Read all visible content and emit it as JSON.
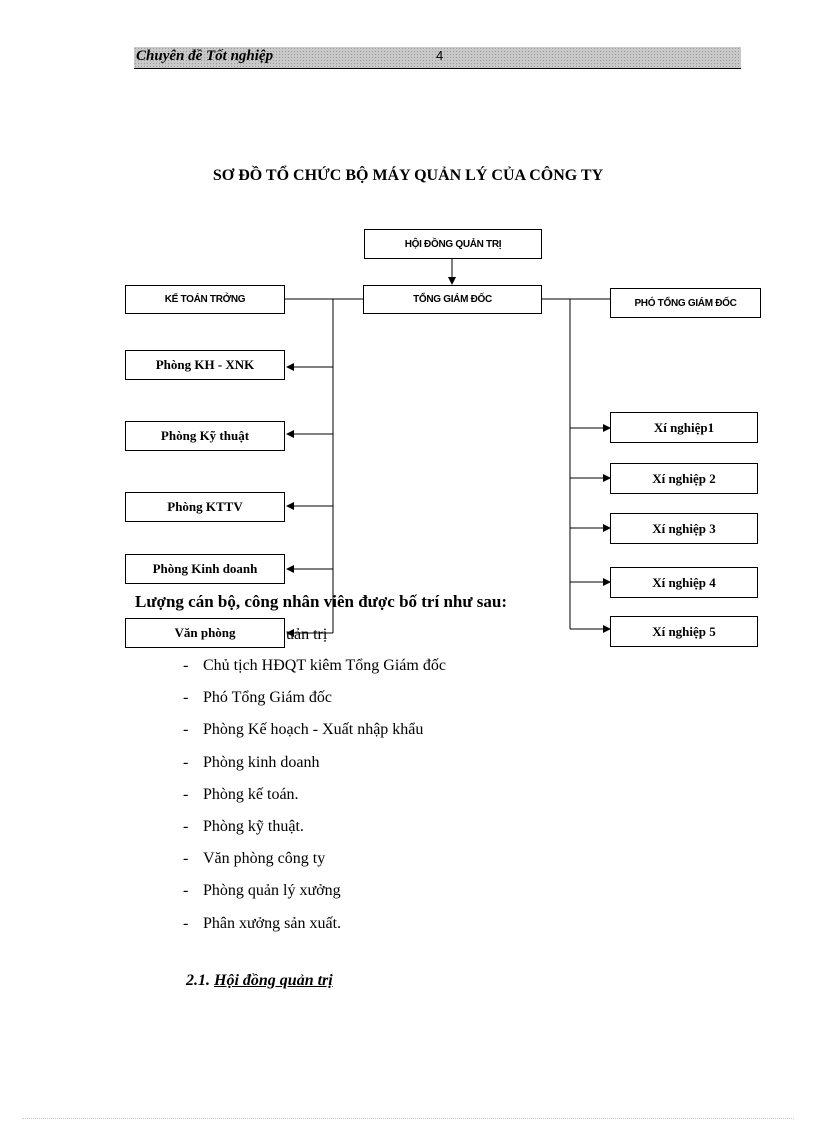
{
  "header": {
    "title": "Chuyên đề Tốt nghiệp",
    "page_number": "4"
  },
  "diagram": {
    "title": "SƠ ĐỒ TỔ CHỨC BỘ MÁY QUẢN LÝ CỦA CÔNG TY",
    "nodes": {
      "board": "HỘI ĐỒNG QUẢN TRỊ",
      "ceo": "TỔNG GIÁM ĐỐC",
      "chief_accountant": "KẾ TOÁN TRỞNG",
      "deputy_ceo": "PHÓ TỔNG GIÁM ĐỐC",
      "left_departments": [
        "Phòng KH - XNK",
        "Phòng Kỹ thuật",
        "Phòng KTTV",
        "Phòng Kinh doanh",
        "Văn phòng"
      ],
      "enterprises": [
        "Xí nghiệp1",
        "Xí nghiệp 2",
        "Xí nghiệp 3",
        "Xí nghiệp 4",
        "Xí nghiệp 5"
      ]
    }
  },
  "body": {
    "intro": "Lượng cán bộ, công nhân viên được bố trí như sau:",
    "fragment": "uản trị",
    "list": [
      "Chủ tịch HĐQT kiêm Tổng Giám đốc",
      "Phó Tổng Giám đốc",
      "Phòng Kế hoạch - Xuất nhập khẩu",
      "Phòng kinh doanh",
      "Phòng kế toán.",
      "Phòng kỹ thuật.",
      "Văn phòng công ty",
      "Phòng quản lý xưởng",
      "Phân xưởng sản xuất."
    ],
    "section_number": "2.1.",
    "section_title": "Hội đồng quản trị"
  }
}
